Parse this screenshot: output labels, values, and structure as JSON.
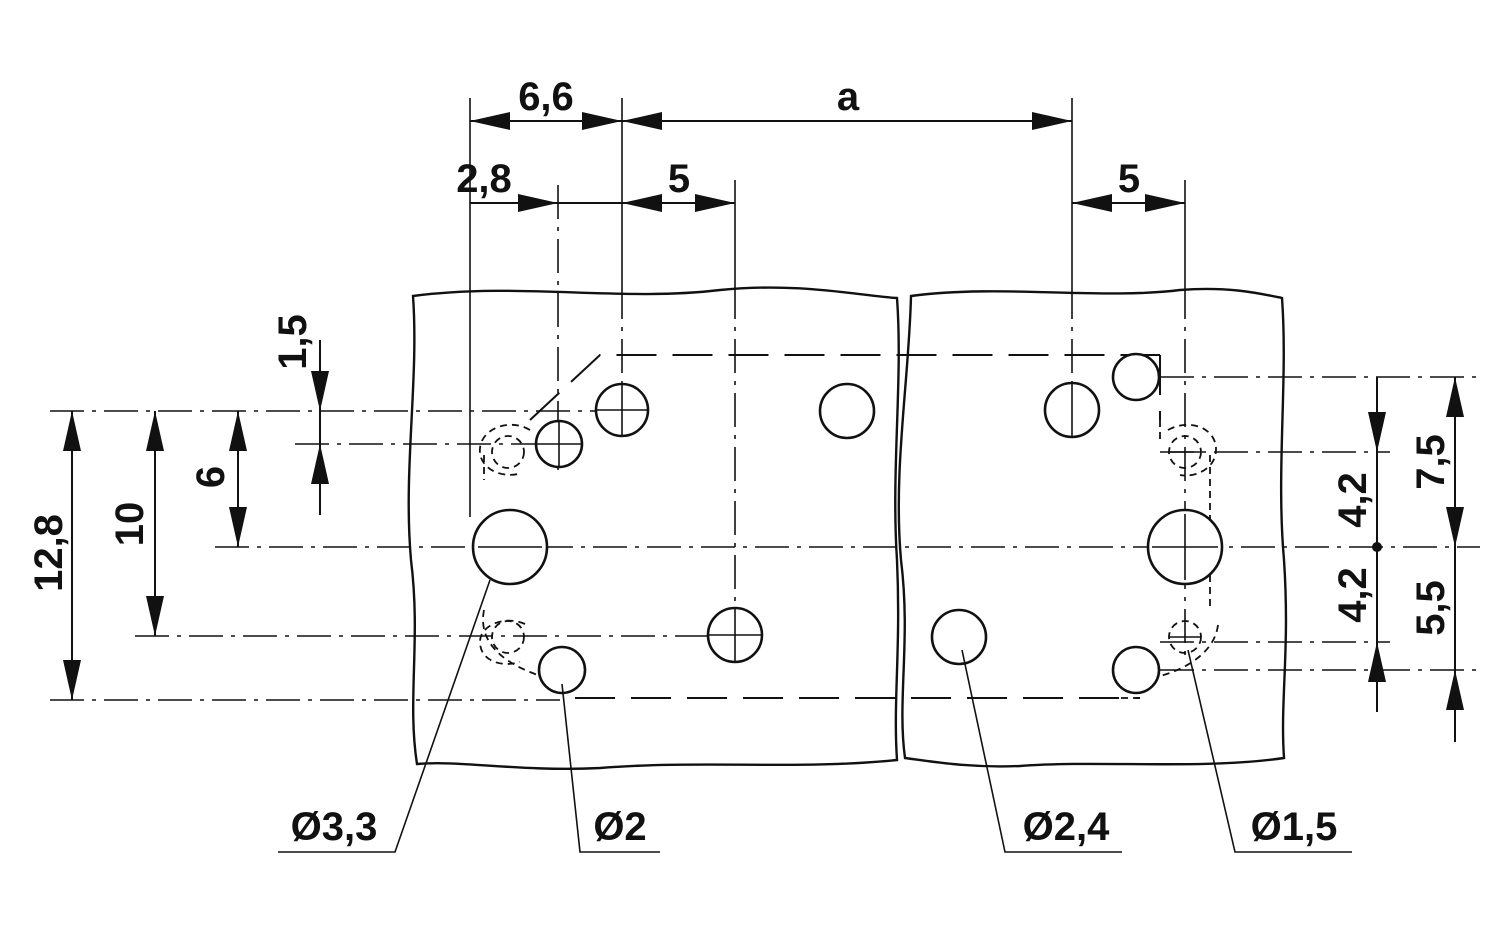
{
  "drawing": {
    "dimensions": {
      "top_pitch": "6,6",
      "pitch_a": "a",
      "offset_left": "2,8",
      "spacing_left": "5",
      "spacing_right": "5",
      "vert_small": "1,5",
      "vert_6": "6",
      "vert_10": "10",
      "vert_12_8": "12,8",
      "right_upper": "4,2",
      "right_lower": "4,2",
      "right_7_5": "7,5",
      "right_5_5": "5,5"
    },
    "hole_labels": {
      "d3_3": "Ø3,3",
      "d2": "Ø2",
      "d2_4": "Ø2,4",
      "d1_5": "Ø1,5"
    }
  }
}
